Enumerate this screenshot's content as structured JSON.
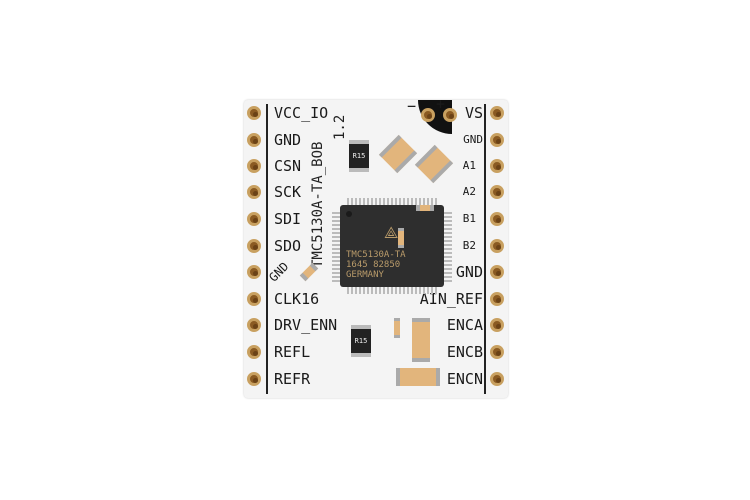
{
  "board": {
    "silkscreen_title": "TMC5130A-TA_BOB",
    "version": "1.2",
    "left_pins": [
      "VCC_IO",
      "GND",
      "CSN",
      "SCK",
      "SDI",
      "SDO",
      "GND",
      "CLK16",
      "DRV_ENN",
      "REFL",
      "REFR"
    ],
    "right_pins": [
      "VS",
      "GND",
      "A1",
      "A2",
      "B1",
      "B2",
      "GND",
      "AIN_REF",
      "ENCA",
      "ENCB",
      "ENCN"
    ],
    "polarity_minus": "−",
    "polarity_plus": "+",
    "cap_gnd": "GND",
    "chip": {
      "line1": "TMC5130A-TA",
      "line2": "1645 82850",
      "line3": "GERMANY"
    },
    "resistor_label": "R15",
    "colors": {
      "pcb": "#f4f4f4",
      "pad": "#8a5a22",
      "chip": "#2e2e2e",
      "capacitor": "#e2b57c"
    }
  }
}
